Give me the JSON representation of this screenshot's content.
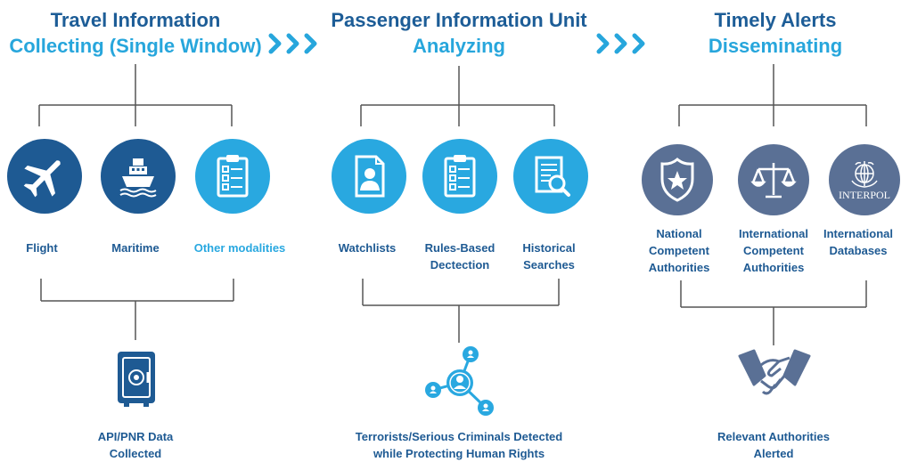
{
  "columns": [
    {
      "title_line1": "Travel Information",
      "title_line2": "Collecting (Single Window)",
      "items": [
        {
          "label": "Flight",
          "icon": "airplane-icon"
        },
        {
          "label": "Maritime",
          "icon": "ship-icon"
        },
        {
          "label": "Other modalities",
          "icon": "clipboard-checklist-icon"
        }
      ],
      "result": {
        "label": "API/PNR Data\nCollected",
        "icon": "safe-vault-icon"
      }
    },
    {
      "title_line1": "Passenger Information Unit",
      "title_line2": "Analyzing",
      "items": [
        {
          "label": "Watchlists",
          "icon": "person-document-icon"
        },
        {
          "label": "Rules-Based\nDectection",
          "icon": "clipboard-checklist-icon"
        },
        {
          "label": "Historical\nSearches",
          "icon": "document-search-icon"
        }
      ],
      "result": {
        "label": "Terrorists/Serious Criminals Detected\nwhile Protecting Human Rights",
        "icon": "person-network-icon"
      }
    },
    {
      "title_line1": "Timely Alerts",
      "title_line2": "Disseminating",
      "items": [
        {
          "label": "National\nCompetent\nAuthorities",
          "icon": "police-badge-icon"
        },
        {
          "label": "International\nCompetent\nAuthorities",
          "icon": "scales-of-justice-icon"
        },
        {
          "label": "International\nDatabases",
          "icon": "interpol-emblem-icon",
          "emblem_text": "INTERPOL"
        }
      ],
      "result": {
        "label": "Relevant Authorities\nAlerted",
        "icon": "handshake-icon"
      }
    }
  ],
  "colors": {
    "title_dark": "#1d5d97",
    "title_light": "#27a6dc",
    "circle_dark": "#1e5a93",
    "circle_light": "#29a8e0",
    "circle_gray": "#5a7095",
    "connector": "#555555"
  },
  "arrows": [
    "chevron-right-icon",
    "chevron-right-icon"
  ]
}
